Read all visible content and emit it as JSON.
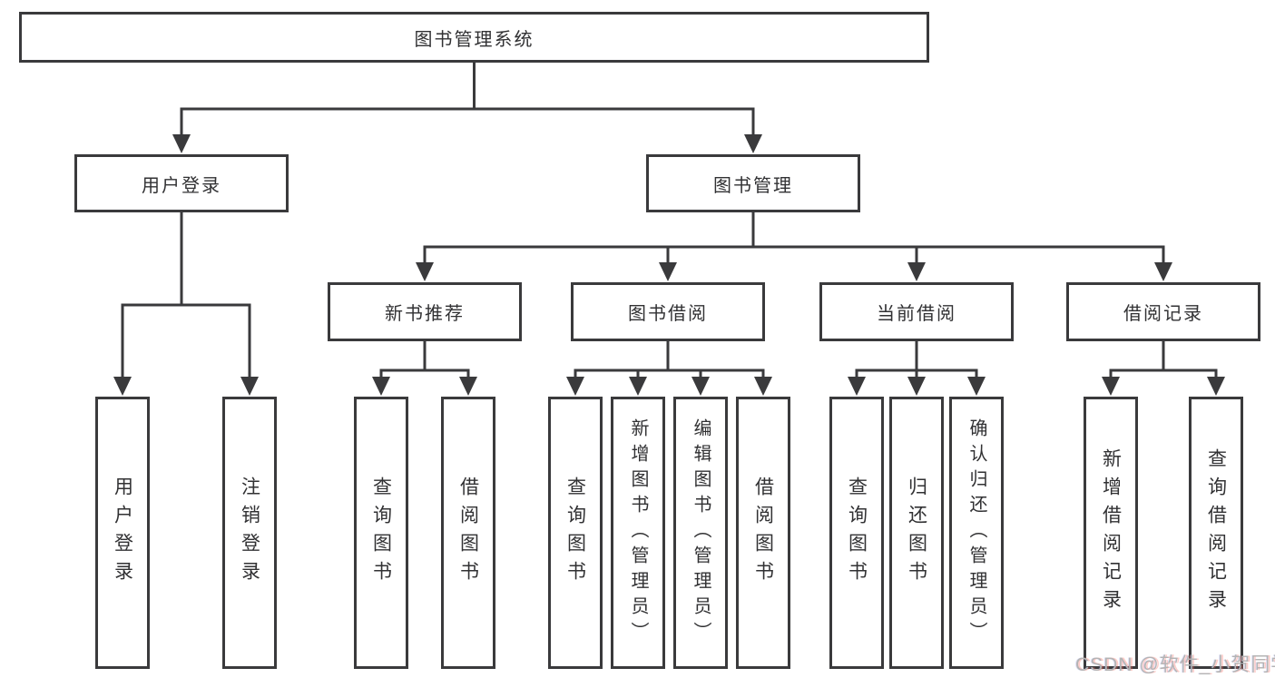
{
  "nodes": {
    "root": "图书管理系统",
    "level2": [
      "用户登录",
      "图书管理"
    ],
    "level3": [
      "新书推荐",
      "图书借阅",
      "当前借阅",
      "借阅记录"
    ],
    "user_login_children": [
      "用户登录",
      "注销登录"
    ],
    "new_book_children": [
      "查询图书",
      "借阅图书"
    ],
    "book_borrow_children": [
      "查询图书",
      "新增图书（管理员）",
      "编辑图书（管理员）",
      "借阅图书"
    ],
    "current_borrow_children": [
      "查询图书",
      "归还图书",
      "确认归还（管理员）"
    ],
    "borrow_record_children": [
      "新增借阅记录",
      "查询借阅记录"
    ]
  },
  "watermark": {
    "text": "CSDN @软件_小贺同学"
  },
  "colors": {
    "line": "#3a3a3c",
    "text": "#313133",
    "background": "#ffffff",
    "watermark": "#b4b4b4"
  }
}
